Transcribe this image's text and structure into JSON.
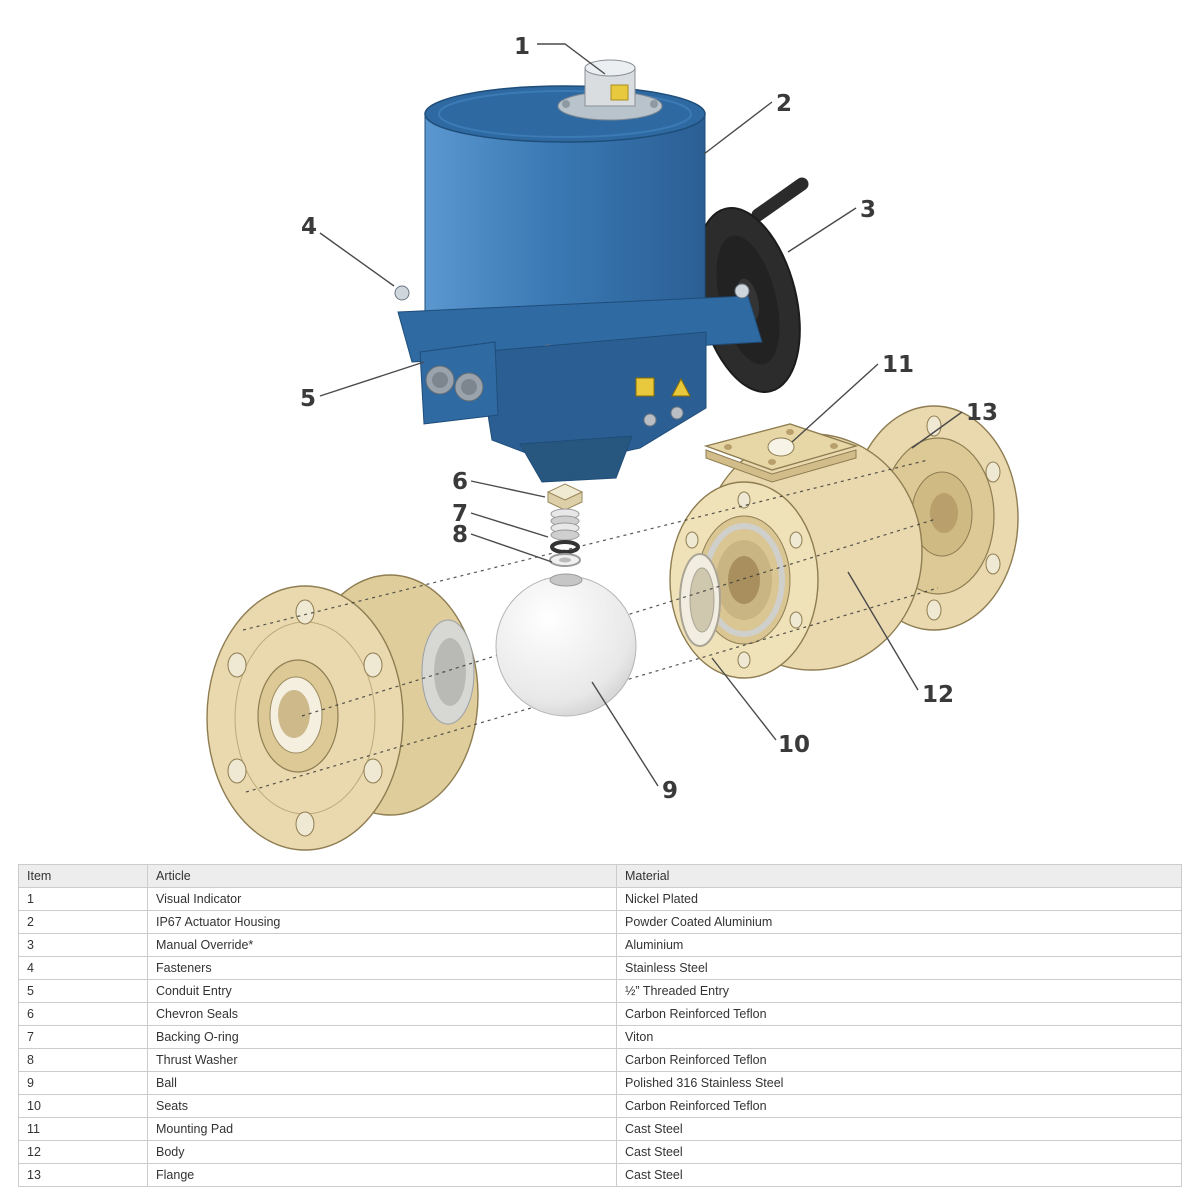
{
  "diagram": {
    "callouts": [
      {
        "label": "1"
      },
      {
        "label": "2"
      },
      {
        "label": "3"
      },
      {
        "label": "4"
      },
      {
        "label": "5"
      },
      {
        "label": "6"
      },
      {
        "label": "7"
      },
      {
        "label": "8"
      },
      {
        "label": "9"
      },
      {
        "label": "10"
      },
      {
        "label": "11"
      },
      {
        "label": "12"
      },
      {
        "label": "13"
      }
    ],
    "colors": {
      "actuator_blue": "#3a79b4",
      "actuator_blue_dark": "#2b5f94",
      "valve_cream": "#ead9ae",
      "handwheel_black": "#2c2c2c",
      "ball_white": "#f5f5f5",
      "indicator_yellow": "#e8c83c"
    }
  },
  "table": {
    "headers": {
      "item": "Item",
      "article": "Article",
      "material": "Material"
    },
    "rows": [
      {
        "item": "1",
        "article": "Visual Indicator",
        "material": "Nickel Plated"
      },
      {
        "item": "2",
        "article": "IP67 Actuator Housing",
        "material": "Powder Coated Aluminium"
      },
      {
        "item": "3",
        "article": "Manual Override*",
        "material": "Aluminium"
      },
      {
        "item": "4",
        "article": "Fasteners",
        "material": "Stainless Steel"
      },
      {
        "item": "5",
        "article": "Conduit Entry",
        "material": "½” Threaded Entry"
      },
      {
        "item": "6",
        "article": "Chevron Seals",
        "material": "Carbon Reinforced Teflon"
      },
      {
        "item": "7",
        "article": "Backing O-ring",
        "material": "Viton"
      },
      {
        "item": "8",
        "article": "Thrust Washer",
        "material": "Carbon Reinforced Teflon"
      },
      {
        "item": "9",
        "article": "Ball",
        "material": "Polished 316 Stainless Steel"
      },
      {
        "item": "10",
        "article": "Seats",
        "material": "Carbon Reinforced Teflon"
      },
      {
        "item": "11",
        "article": "Mounting Pad",
        "material": "Cast Steel"
      },
      {
        "item": "12",
        "article": "Body",
        "material": "Cast Steel"
      },
      {
        "item": "13",
        "article": "Flange",
        "material": "Cast Steel"
      }
    ]
  }
}
